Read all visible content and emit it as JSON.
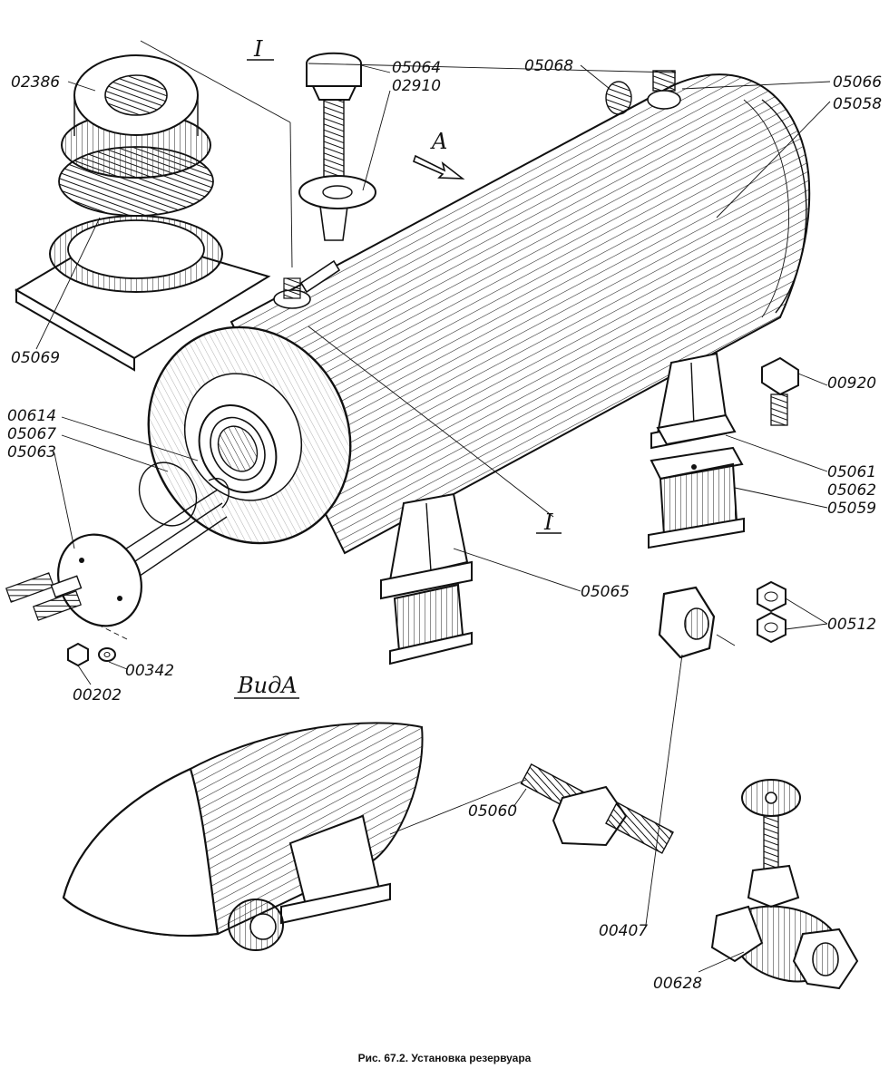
{
  "figure": {
    "caption": "Рис. 67.2. Установка резервуара",
    "section_mark": "I",
    "view_arrow_label": "A",
    "view_title": "ВидA"
  },
  "parts": [
    {
      "id": "p02386",
      "label": "02386"
    },
    {
      "id": "p05064",
      "label": "05064"
    },
    {
      "id": "p02910",
      "label": "02910"
    },
    {
      "id": "p05068",
      "label": "05068"
    },
    {
      "id": "p05066",
      "label": "05066"
    },
    {
      "id": "p05058",
      "label": "05058"
    },
    {
      "id": "p05069",
      "label": "05069"
    },
    {
      "id": "p00920",
      "label": "00920"
    },
    {
      "id": "p00614",
      "label": "00614"
    },
    {
      "id": "p05067",
      "label": "05067"
    },
    {
      "id": "p05063",
      "label": "05063"
    },
    {
      "id": "p05061",
      "label": "05061"
    },
    {
      "id": "p05062",
      "label": "05062"
    },
    {
      "id": "p05059",
      "label": "05059"
    },
    {
      "id": "p05065",
      "label": "05065"
    },
    {
      "id": "p00512",
      "label": "00512"
    },
    {
      "id": "p00342",
      "label": "00342"
    },
    {
      "id": "p00202",
      "label": "00202"
    },
    {
      "id": "p05060",
      "label": "05060"
    },
    {
      "id": "p00407",
      "label": "00407"
    },
    {
      "id": "p00628",
      "label": "00628"
    }
  ]
}
